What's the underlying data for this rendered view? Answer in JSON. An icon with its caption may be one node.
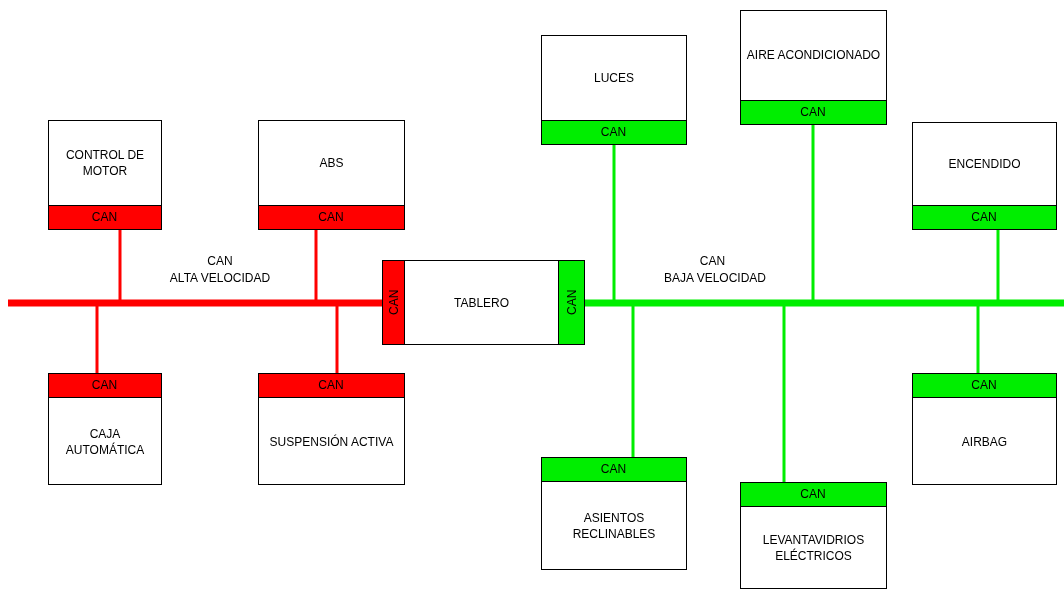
{
  "diagram": {
    "nodes": [
      {
        "text": [
          "AIRE ACONDICIONADO"
        ]
      },
      {
        "text": [
          "CAN"
        ],
        "in": 0
      },
      {
        "text": [
          "LUCES"
        ]
      },
      {
        "text": [
          "CAN"
        ],
        "in": 2
      },
      {
        "text": [
          "CONTROL DE MOTOR"
        ]
      },
      {
        "text": [
          "CAN"
        ],
        "in": 4
      },
      {
        "text": [
          "ABS"
        ]
      },
      {
        "text": [
          "CAN"
        ],
        "in": 6
      },
      {
        "text": [
          "ENCENDIDO"
        ]
      },
      {
        "text": [
          "CAN"
        ],
        "in": 8
      },
      {
        "text": [
          "TABLERO"
        ]
      },
      {
        "text": [
          "CAN"
        ],
        "in": 10
      },
      {
        "text": [
          "CAN"
        ],
        "in": 10
      },
      {
        "text": [
          "CAJA AUTOMÁTICA"
        ]
      },
      {
        "text": [
          "CAN"
        ],
        "in": 13
      },
      {
        "text": [
          "SUSPENSIÓN ACTIVA"
        ]
      },
      {
        "text": [
          "CAN"
        ],
        "in": 15
      },
      {
        "text": [
          "AIRBAG"
        ]
      },
      {
        "text": [
          "CAN"
        ],
        "in": 17
      },
      {
        "text": [
          "ASIENTOS RECLINABLES"
        ]
      },
      {
        "text": [
          "CAN"
        ],
        "in": 19
      },
      {
        "text": [
          "LEVANTAVIDRIOS ELÉCTRICOS"
        ]
      },
      {
        "text": [
          "CAN"
        ],
        "in": 21
      }
    ],
    "edges": [
      {
        "from": 11,
        "to": null,
        "arrow": "none",
        "style": "thick",
        "color": "#ff0000"
      },
      {
        "from": 12,
        "to": null,
        "arrow": "none",
        "style": "thick"
      },
      {
        "from": 5,
        "to": 11,
        "arrow": "none",
        "color": "#ff0000"
      },
      {
        "from": 7,
        "to": 11,
        "arrow": "none",
        "color": "#ff0000"
      },
      {
        "from": 14,
        "to": 11,
        "arrow": "none",
        "color": "#ff0000"
      },
      {
        "from": 16,
        "to": 11,
        "arrow": "none",
        "color": "#ff0000"
      },
      {
        "from": 1,
        "to": 12,
        "arrow": "none"
      },
      {
        "from": 3,
        "to": 12,
        "arrow": "none"
      },
      {
        "from": 9,
        "to": 12,
        "arrow": "none"
      },
      {
        "from": 18,
        "to": 12,
        "arrow": "none"
      },
      {
        "from": 20,
        "to": 12,
        "arrow": "none"
      },
      {
        "from": 22,
        "to": 12,
        "arrow": "none"
      }
    ],
    "labels": [
      "CAN",
      "ALTA VELOCIDAD",
      "CAN",
      "BAJA VELOCIDAD"
    ]
  }
}
